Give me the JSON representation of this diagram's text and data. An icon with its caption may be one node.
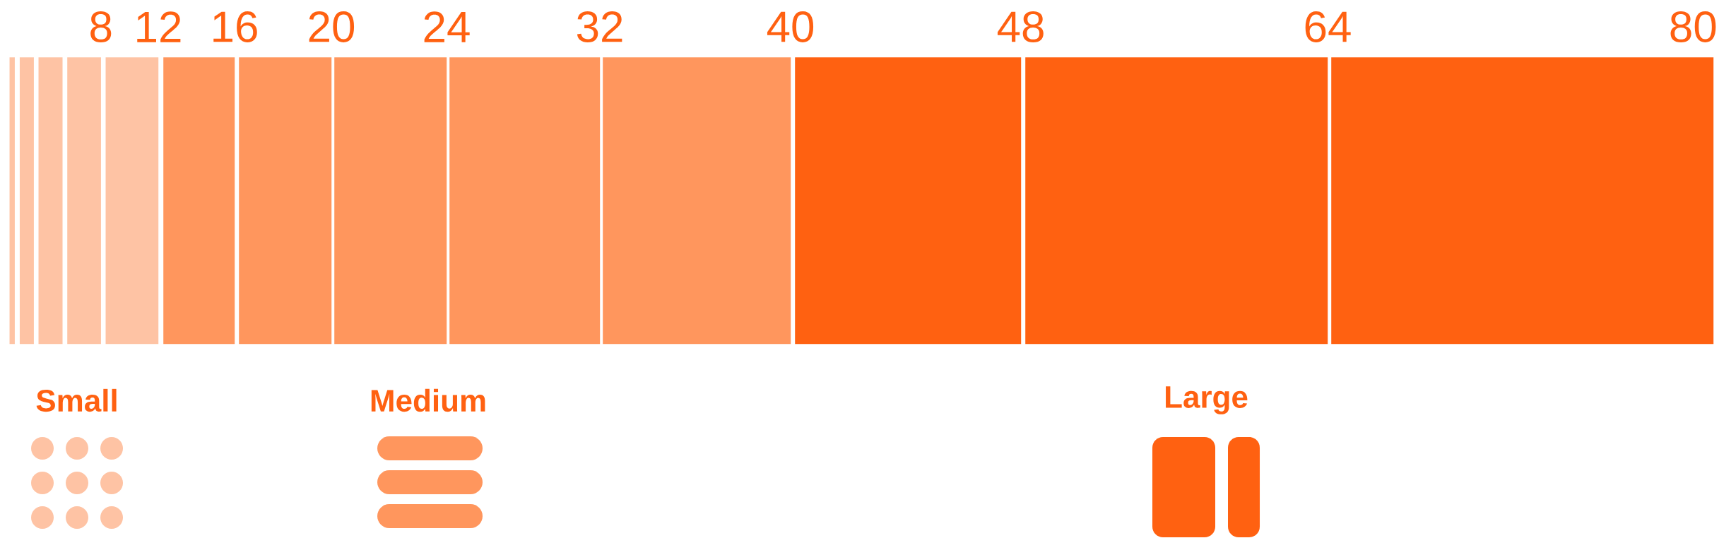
{
  "diagram": {
    "nodes": [
      {
        "text": [],
        "shape": "bar"
      },
      {
        "text": [],
        "shape": "bar"
      },
      {
        "text": [],
        "shape": "bar"
      },
      {
        "text": [],
        "shape": "bar",
        "beside": [
          "8"
        ]
      },
      {
        "text": [],
        "shape": "bar",
        "beside": [
          "12"
        ]
      },
      {
        "text": [],
        "shape": "bar",
        "beside": [
          "16"
        ]
      },
      {
        "text": [],
        "shape": "bar",
        "beside": [
          "20"
        ]
      },
      {
        "text": [],
        "shape": "bar",
        "beside": [
          "24"
        ]
      },
      {
        "text": [],
        "shape": "bar",
        "beside": [
          "32"
        ]
      },
      {
        "text": [],
        "shape": "bar",
        "beside": [
          "40"
        ]
      },
      {
        "text": [],
        "shape": "bar",
        "beside": [
          "48"
        ]
      },
      {
        "text": [],
        "shape": "bar",
        "beside": [
          "64"
        ]
      },
      {
        "text": [],
        "shape": "bar",
        "beside": [
          "80"
        ]
      }
    ],
    "labels": [
      "Small",
      "Medium",
      "Large"
    ]
  }
}
